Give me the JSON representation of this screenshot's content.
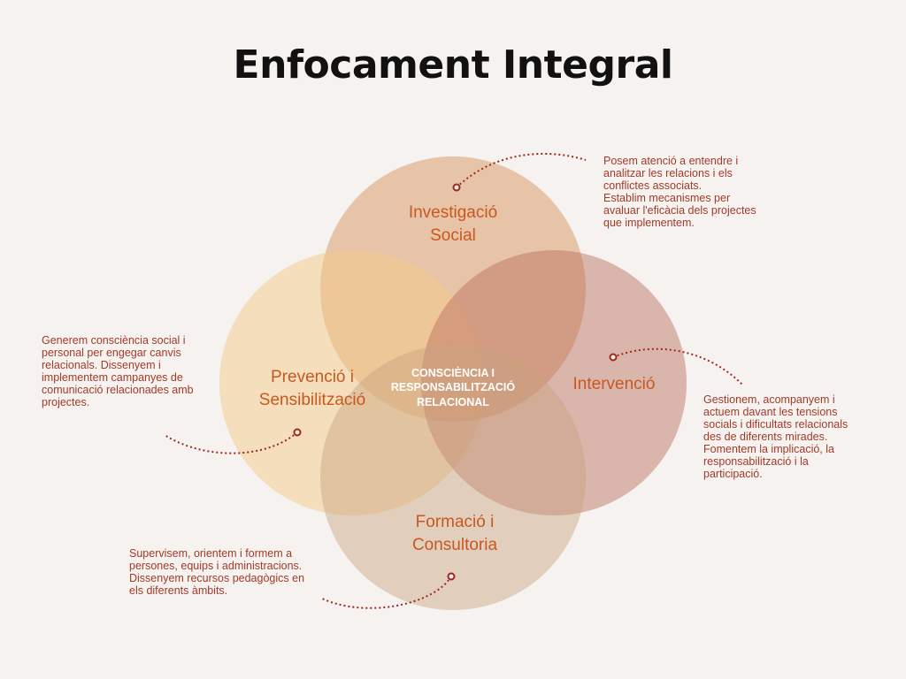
{
  "title": "Enfocament Integral",
  "center_label": [
    "CONSCIÈNCIA I",
    "RESPONSABILITZACIÓ",
    "RELACIONAL"
  ],
  "areas": [
    {
      "id": "investigacio",
      "label": [
        "Investigació",
        "Social"
      ],
      "color": "#d9955f",
      "description": "Posem atenció a entendre i\nanalitzar les relacions i els\nconflictes associats.\n Establim mecanismes per\navaluar l'eficàcia dels projectes\nque implementem."
    },
    {
      "id": "prevencio",
      "label": [
        "Prevenció i",
        "Sensibilització"
      ],
      "color": "#f5c98a",
      "description": "Generem consciència social i\npersonal per engegar canvis\nrelacionals. Dissenyem i\nimplementem campanyes de\ncomunicació relacionades amb\nprojectes."
    },
    {
      "id": "intervencio",
      "label": [
        "Intervenció"
      ],
      "color": "#bd7264",
      "description": "Gestionem, acompanyem i\nactuem davant les tensions\nsocials i dificultats relacionals\ndes de diferents mirades.\nFomentem la implicació, la\nresponsabilització i la\nparticipació."
    },
    {
      "id": "formacio",
      "label": [
        "Formació i",
        "Consultoria"
      ],
      "color": "#c9a27e",
      "description": "Supervisem, orientem i formem a\npersones, equips i administracions.\nDissenyem recursos pedagògics en\nels diferents àmbits."
    }
  ],
  "colors": {
    "label": "#c8581f",
    "description": "#a33a2a",
    "connector": "#a3261e"
  }
}
